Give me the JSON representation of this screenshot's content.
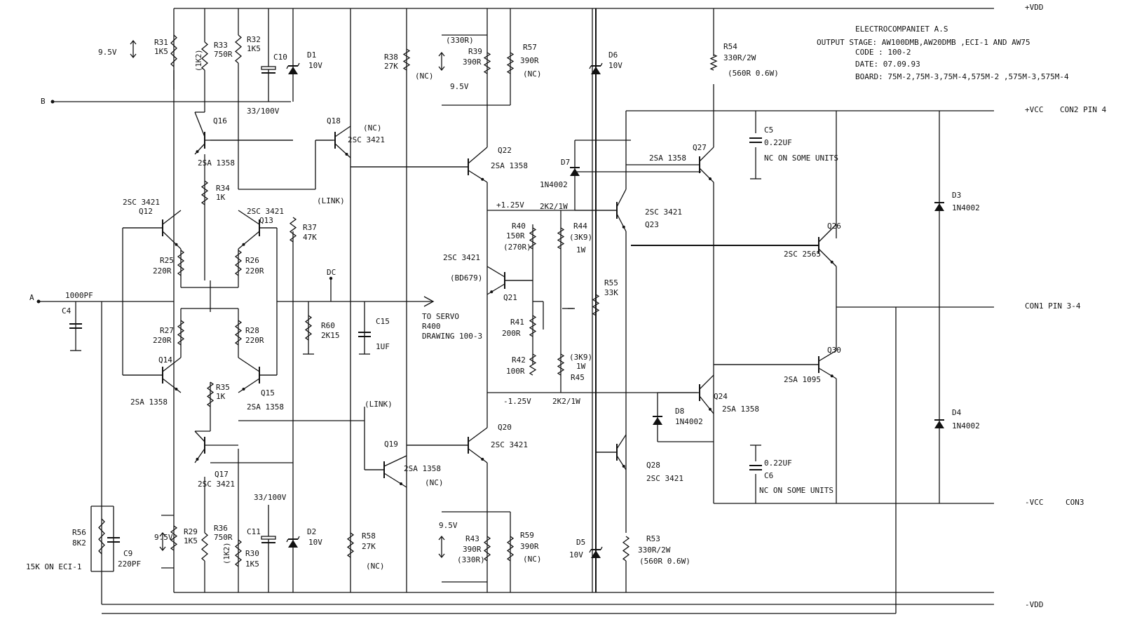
{
  "header": {
    "company": "ELECTROCOMPANIET A.S",
    "output_stage": "OUTPUT STAGE: AW100DMB,AW20DMB ,ECI-1 AND AW75",
    "code": "CODE : 100-2",
    "date": "DATE: 07.09.93",
    "board": "BOARD: 75M-2,75M-3,75M-4,575M-2 ,575M-3,575M-4"
  },
  "rails": {
    "vdd_pos": "+VDD",
    "vdd_neg": "-VDD",
    "vcc_pos": "+VCC",
    "vcc_neg": "-VCC",
    "con2": "CON2 PIN 4",
    "con3": "CON3",
    "con1": "CON1 PIN 3-4"
  },
  "nodes": {
    "a": "A",
    "b": "B",
    "dc": "DC",
    "servo1": "TO SERVO",
    "servo2": "R400",
    "servo3": "DRAWING 100-3",
    "plus125": "+1.25V",
    "minus125": "-1.25V",
    "link_q18": "(LINK)",
    "link_q19": "(LINK)"
  },
  "voltages": {
    "v_top_left": "9.5V",
    "v_bot_left": "9.5V",
    "v_r39": "9.5V",
    "v_r43": "9.5V"
  },
  "resistors": {
    "r31": {
      "name": "R31",
      "value": "1K5"
    },
    "r33": {
      "name": "R33",
      "value": "750R",
      "alt": "(1K2)"
    },
    "r32": {
      "name": "R32",
      "value": "1K5"
    },
    "r34": {
      "name": "R34",
      "value": "1K"
    },
    "r37": {
      "name": "R37",
      "value": "47K"
    },
    "r25": {
      "name": "R25",
      "value": "220R"
    },
    "r26": {
      "name": "R26",
      "value": "220R"
    },
    "r27": {
      "name": "R27",
      "value": "220R"
    },
    "r28": {
      "name": "R28",
      "value": "220R"
    },
    "r35": {
      "name": "R35",
      "value": "1K"
    },
    "r29": {
      "name": "R29",
      "value": "1K5"
    },
    "r36": {
      "name": "R36",
      "value": "750R",
      "alt": "(1K2)"
    },
    "r30": {
      "name": "R30",
      "value": "1K5"
    },
    "r56": {
      "name": "R56",
      "value": "8K2",
      "note": "15K ON ECI-1"
    },
    "r60": {
      "name": "R60",
      "value": "2K15"
    },
    "r38": {
      "name": "R38",
      "value": "27K",
      "nc": "(NC)"
    },
    "r58": {
      "name": "R58",
      "value": "27K",
      "nc": "(NC)"
    },
    "r39": {
      "name": "R39",
      "value": "390R",
      "alt": "(330R)"
    },
    "r57": {
      "name": "R57",
      "value": "390R",
      "nc": "(NC)"
    },
    "r43": {
      "name": "R43",
      "value": "390R",
      "alt": "(330R)"
    },
    "r59": {
      "name": "R59",
      "value": "390R",
      "nc": "(NC)"
    },
    "r40": {
      "name": "R40",
      "value": "150R",
      "alt": "(270R)"
    },
    "r41": {
      "name": "R41",
      "value": "200R"
    },
    "r42": {
      "name": "R42",
      "value": "100R"
    },
    "r44": {
      "name": "R44",
      "value": "(3K9)",
      "power": "1W"
    },
    "r45": {
      "name": "R45",
      "value": "(3K9)",
      "power": "1W"
    },
    "r2k2_top": "2K2/1W",
    "r2k2_bot": "2K2/1W",
    "r55": {
      "name": "R55",
      "value": "33K"
    },
    "r54": {
      "name": "R54",
      "value": "330R/2W",
      "alt": "(560R 0.6W)"
    },
    "r53": {
      "name": "R53",
      "value": "330R/2W",
      "alt": "(560R 0.6W)"
    }
  },
  "capacitors": {
    "c10": {
      "name": "C10",
      "value": "33/100V"
    },
    "c11": {
      "name": "C11",
      "value": "33/100V"
    },
    "c4": {
      "name": "C4",
      "value": "1000PF"
    },
    "c9": {
      "name": "C9",
      "value": "220PF"
    },
    "c15": {
      "name": "C15",
      "value": "1UF"
    },
    "c5": {
      "name": "C5",
      "value": "0.22UF",
      "note": "NC ON SOME UNITS"
    },
    "c6": {
      "name": "C6",
      "value": "0.22UF",
      "note": "NC ON SOME UNITS"
    }
  },
  "diodes": {
    "d1": {
      "name": "D1",
      "value": "10V"
    },
    "d2": {
      "name": "D2",
      "value": "10V"
    },
    "d6": {
      "name": "D6",
      "value": "10V"
    },
    "d5": {
      "name": "D5",
      "value": "10V"
    },
    "d7": {
      "name": "D7",
      "value": "1N4002"
    },
    "d8": {
      "name": "D8",
      "value": "1N4002"
    },
    "d3": {
      "name": "D3",
      "value": "1N4002"
    },
    "d4": {
      "name": "D4",
      "value": "1N4002"
    }
  },
  "transistors": {
    "q16": {
      "name": "Q16",
      "type": "2SA 1358"
    },
    "q12": {
      "name": "Q12",
      "type": "2SC 3421"
    },
    "q13": {
      "name": "Q13",
      "type": "2SC 3421"
    },
    "q14": {
      "name": "Q14",
      "type": "2SA 1358"
    },
    "q15": {
      "name": "Q15",
      "type": "2SA 1358"
    },
    "q17": {
      "name": "Q17",
      "type": "2SC 3421"
    },
    "q18": {
      "name": "Q18",
      "type": "2SC 3421",
      "nc": "(NC)"
    },
    "q19": {
      "name": "Q19",
      "type": "2SA 1358",
      "nc": "(NC)"
    },
    "q22": {
      "name": "Q22",
      "type": "2SA 1358"
    },
    "q20": {
      "name": "Q20",
      "type": "2SC 3421"
    },
    "q21": {
      "name": "Q21",
      "type": "2SC 3421",
      "alt": "(BD679)"
    },
    "q27": {
      "name": "Q27",
      "type": "2SA 1358"
    },
    "q23": {
      "name": "Q23",
      "type": "2SC 3421"
    },
    "q24": {
      "name": "Q24",
      "type": "2SA 1358"
    },
    "q28": {
      "name": "Q28",
      "type": "2SC 3421"
    },
    "q26": {
      "name": "Q26",
      "type": "2SC 2565"
    },
    "q30": {
      "name": "Q30",
      "type": "2SA 1095"
    }
  }
}
